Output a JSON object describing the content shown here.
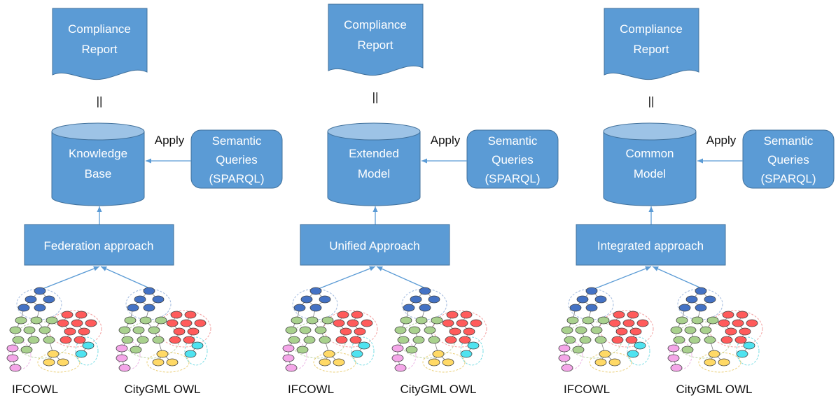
{
  "panels": [
    {
      "report": [
        "Compliance",
        "Report"
      ],
      "equal_sign": "||",
      "store": [
        "Knowledge",
        "Base"
      ],
      "apply": "Apply",
      "queries": [
        "Semantic",
        "Queries",
        "(SPARQL)"
      ],
      "approach": "Federation approach",
      "models": [
        "IFCOWL",
        "CityGML OWL"
      ]
    },
    {
      "report": [
        "Compliance",
        "Report"
      ],
      "equal_sign": "||",
      "store": [
        "Extended",
        "Model"
      ],
      "apply": "Apply",
      "queries": [
        "Semantic",
        "Queries",
        "(SPARQL)"
      ],
      "approach": "Unified Approach",
      "models": [
        "IFCOWL",
        "CityGML OWL"
      ]
    },
    {
      "report": [
        "Compliance",
        "Report"
      ],
      "equal_sign": "||",
      "store": [
        "Common",
        "Model"
      ],
      "apply": "Apply",
      "queries": [
        "Semantic",
        "Queries",
        "(SPARQL)"
      ],
      "approach": "Integrated approach",
      "models": [
        "IFCOWL",
        "CityGML OWL"
      ]
    }
  ],
  "colors": {
    "box_fill": "#5b9bd5",
    "box_stroke": "#41719c",
    "cylinder_top": "#9dc3e6",
    "arrow": "#5b9bd5",
    "node_blue": "#4472c4",
    "node_red": "#ff5b5b",
    "node_green": "#a9d18e",
    "node_cyan": "#4fe3f0",
    "node_yellow": "#ffd966",
    "node_pink": "#f4a6e8"
  },
  "icons": {
    "report": "document-icon",
    "store": "database-cylinder-icon",
    "models": "ontology-graph-icon"
  }
}
